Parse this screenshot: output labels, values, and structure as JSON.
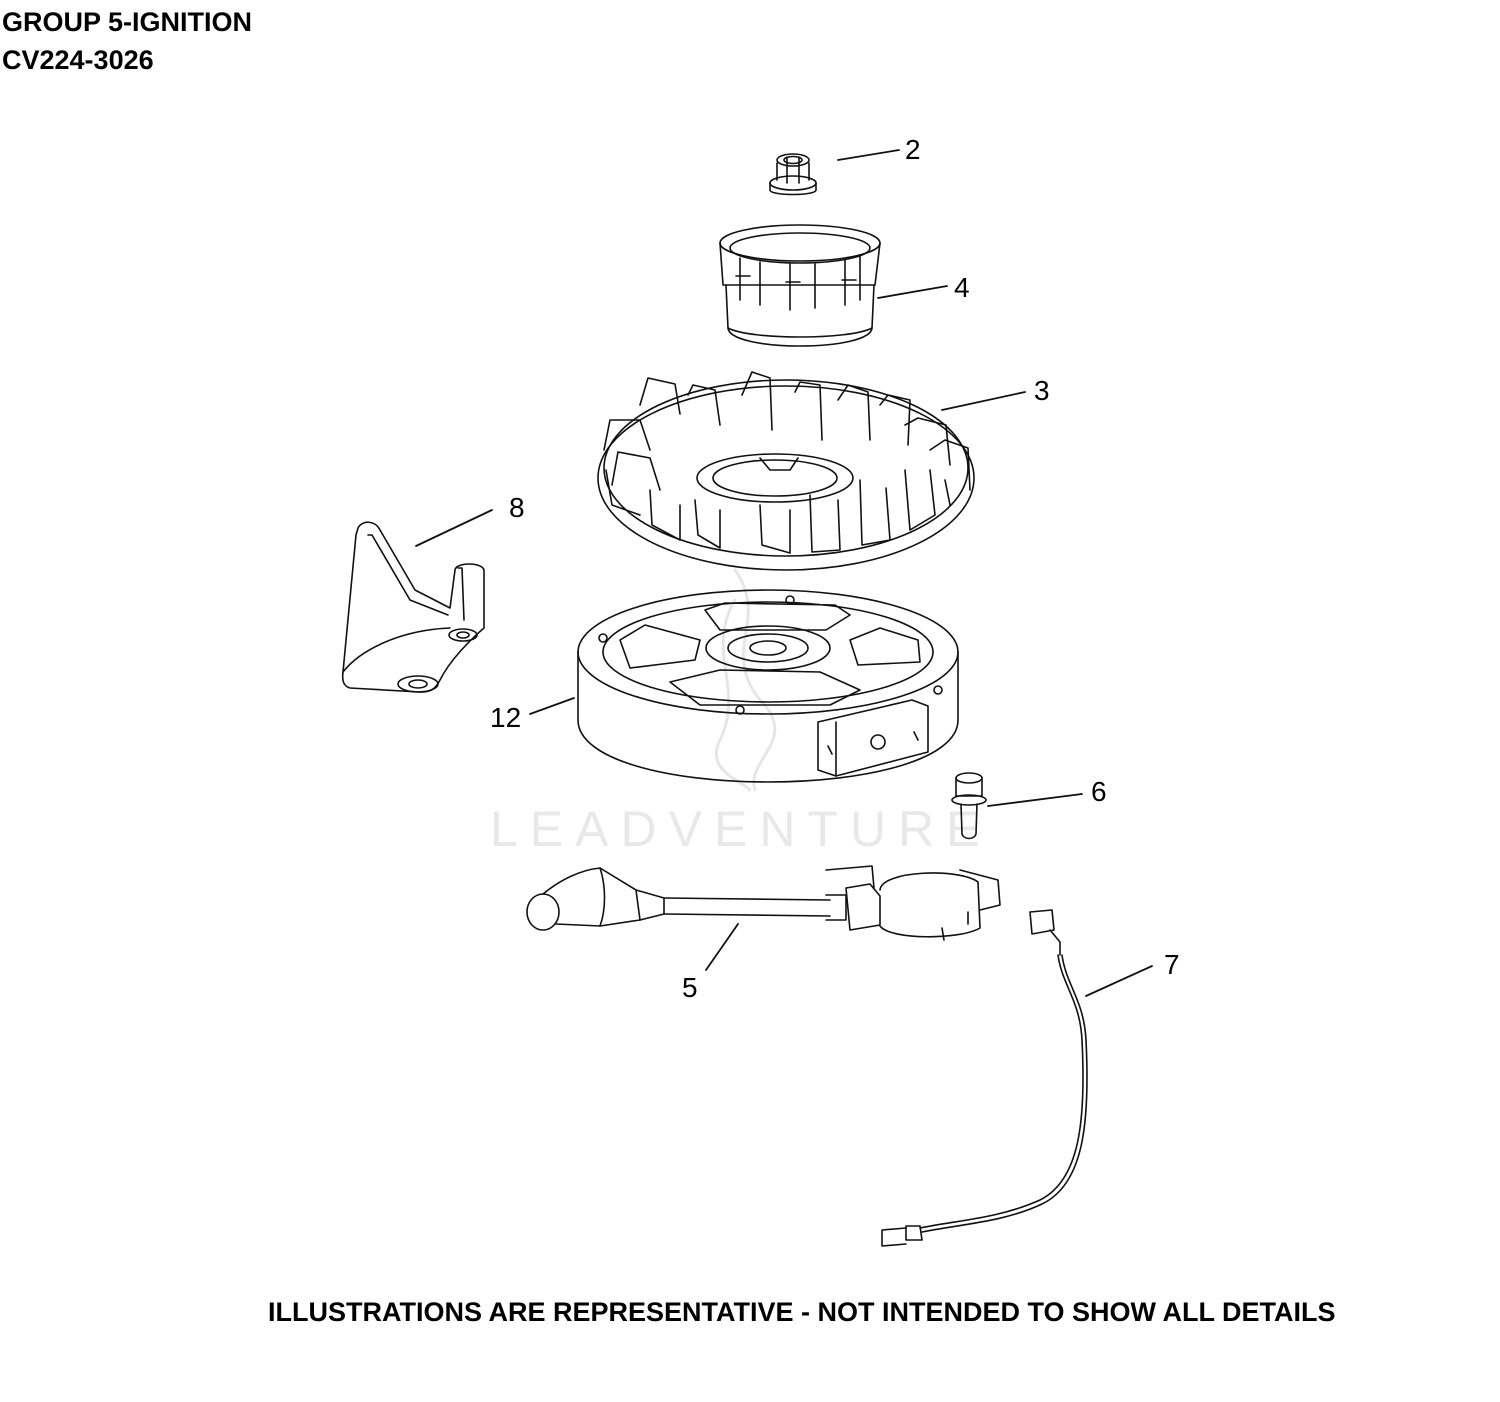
{
  "header": {
    "group_title": "GROUP 5-IGNITION",
    "model_code": "CV224-3026"
  },
  "footer": {
    "disclaimer": "ILLUSTRATIONS ARE REPRESENTATIVE - NOT INTENDED TO SHOW ALL DETAILS"
  },
  "watermark": {
    "text": "LEADVENTURE"
  },
  "parts": [
    {
      "callout": "2",
      "part": "flange-nut"
    },
    {
      "callout": "4",
      "part": "fan-cup"
    },
    {
      "callout": "3",
      "part": "cooling-fan"
    },
    {
      "callout": "8",
      "part": "bracket"
    },
    {
      "callout": "12",
      "part": "flywheel"
    },
    {
      "callout": "6",
      "part": "flange-screw"
    },
    {
      "callout": "5",
      "part": "ignition-module"
    },
    {
      "callout": "7",
      "part": "kill-lead"
    }
  ]
}
